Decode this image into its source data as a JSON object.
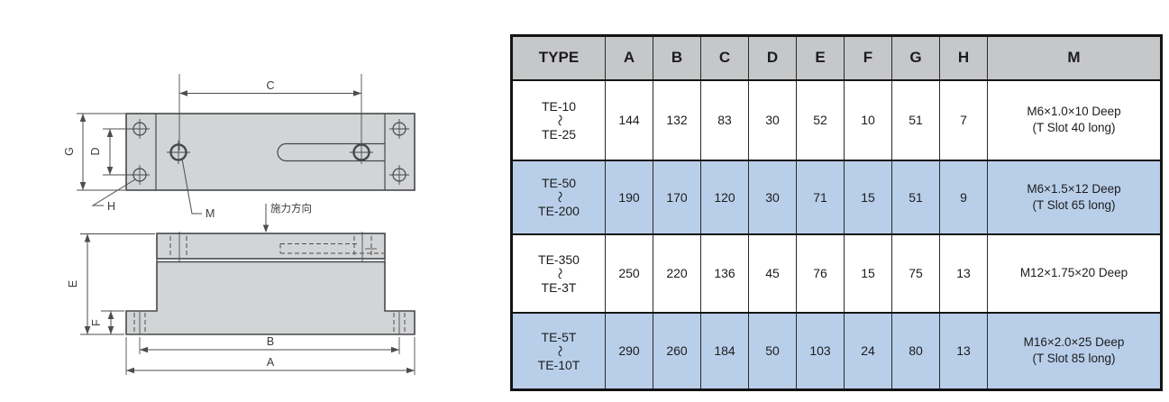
{
  "drawing": {
    "force_label": "施力方向",
    "dim_labels": {
      "A": "A",
      "B": "B",
      "C": "C",
      "D": "D",
      "E": "E",
      "F": "F",
      "G": "G",
      "H": "H",
      "M": "M"
    },
    "colors": {
      "part_fill": "#d3d4d5",
      "outline": "#46484b",
      "dim_line": "#4d4d4f"
    }
  },
  "table": {
    "headers": [
      "TYPE",
      "A",
      "B",
      "C",
      "D",
      "E",
      "F",
      "G",
      "H",
      "M"
    ],
    "range_separator": "〜",
    "rows": [
      {
        "type_from": "TE-10",
        "type_to": "TE-25",
        "A": "144",
        "B": "132",
        "C": "83",
        "D": "30",
        "E": "52",
        "F": "10",
        "G": "51",
        "H": "7",
        "M1": "M6×1.0×10 Deep",
        "M2": "(T Slot 40 long)",
        "highlighted": false
      },
      {
        "type_from": "TE-50",
        "type_to": "TE-200",
        "A": "190",
        "B": "170",
        "C": "120",
        "D": "30",
        "E": "71",
        "F": "15",
        "G": "51",
        "H": "9",
        "M1": "M6×1.5×12 Deep",
        "M2": "(T Slot 65 long)",
        "highlighted": true
      },
      {
        "type_from": "TE-350",
        "type_to": "TE-3T",
        "A": "250",
        "B": "220",
        "C": "136",
        "D": "45",
        "E": "76",
        "F": "15",
        "G": "75",
        "H": "13",
        "M1": "M12×1.75×20 Deep",
        "M2": "",
        "highlighted": false
      },
      {
        "type_from": "TE-5T",
        "type_to": "TE-10T",
        "A": "290",
        "B": "260",
        "C": "184",
        "D": "50",
        "E": "103",
        "F": "24",
        "G": "80",
        "H": "13",
        "M1": "M16×2.0×25 Deep",
        "M2": "(T Slot 85 long)",
        "highlighted": true
      }
    ],
    "colors": {
      "header_bg": "#c6c7c9",
      "highlight_bg": "#b9cfe9",
      "row_bg": "#ffffff",
      "border": "#141414"
    }
  }
}
